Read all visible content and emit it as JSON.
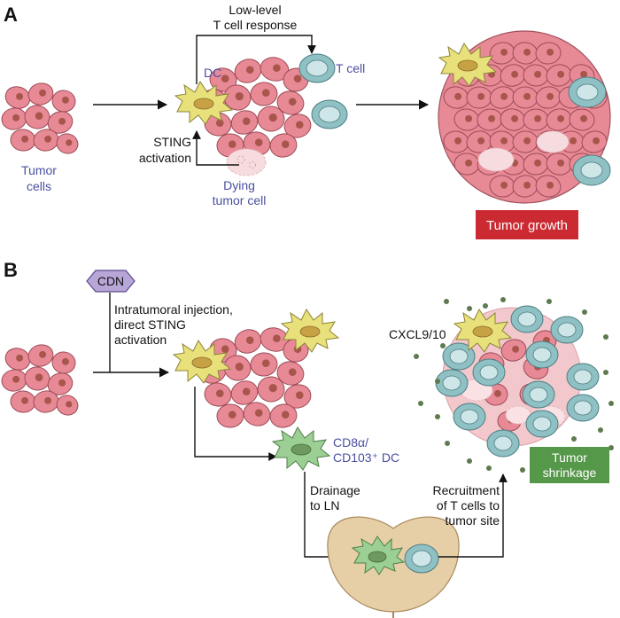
{
  "panel_a": {
    "letter": "A",
    "tumor_cells_line1": "Tumor",
    "tumor_cells_line2": "cells",
    "low_level_line1": "Low-level",
    "low_level_line2": "T cell response",
    "dc": "DC",
    "t_cell": "T cell",
    "sting_line1": "STING",
    "sting_line2": "activation",
    "dying_line1": "Dying",
    "dying_line2": "tumor cell",
    "outcome_box": "Tumor growth"
  },
  "panel_b": {
    "letter": "B",
    "cdn": "CDN",
    "injection_line1": "Intratumoral injection,",
    "injection_line2": "direct STING",
    "injection_line3": "activation",
    "cd8_line1": "CD8α/",
    "cd8_line2": "CD103⁺ DC",
    "drainage_line1": "Drainage",
    "drainage_line2": "to LN",
    "recruit_line1": "Recruitment",
    "recruit_line2": "of T cells to",
    "recruit_line3": "tumor site",
    "cxcl": "CXCL9/10",
    "outcome_line1": "Tumor",
    "outcome_line2": "shrinkage"
  },
  "colors": {
    "tumor_cell": "#e88a96",
    "nucleus": "#a8554c",
    "dc_yellow": "#e8e07a",
    "t_cell": "#8fc0c4",
    "green_dc": "#9ccf94",
    "label_blue": "#4a4fa0",
    "growth_red": "#cc2a33",
    "shrink_green": "#56984a",
    "cdn_purple": "#b8a6d8",
    "lymph_node": "#e6cfa6",
    "chemokine": "#5e7a4e"
  }
}
